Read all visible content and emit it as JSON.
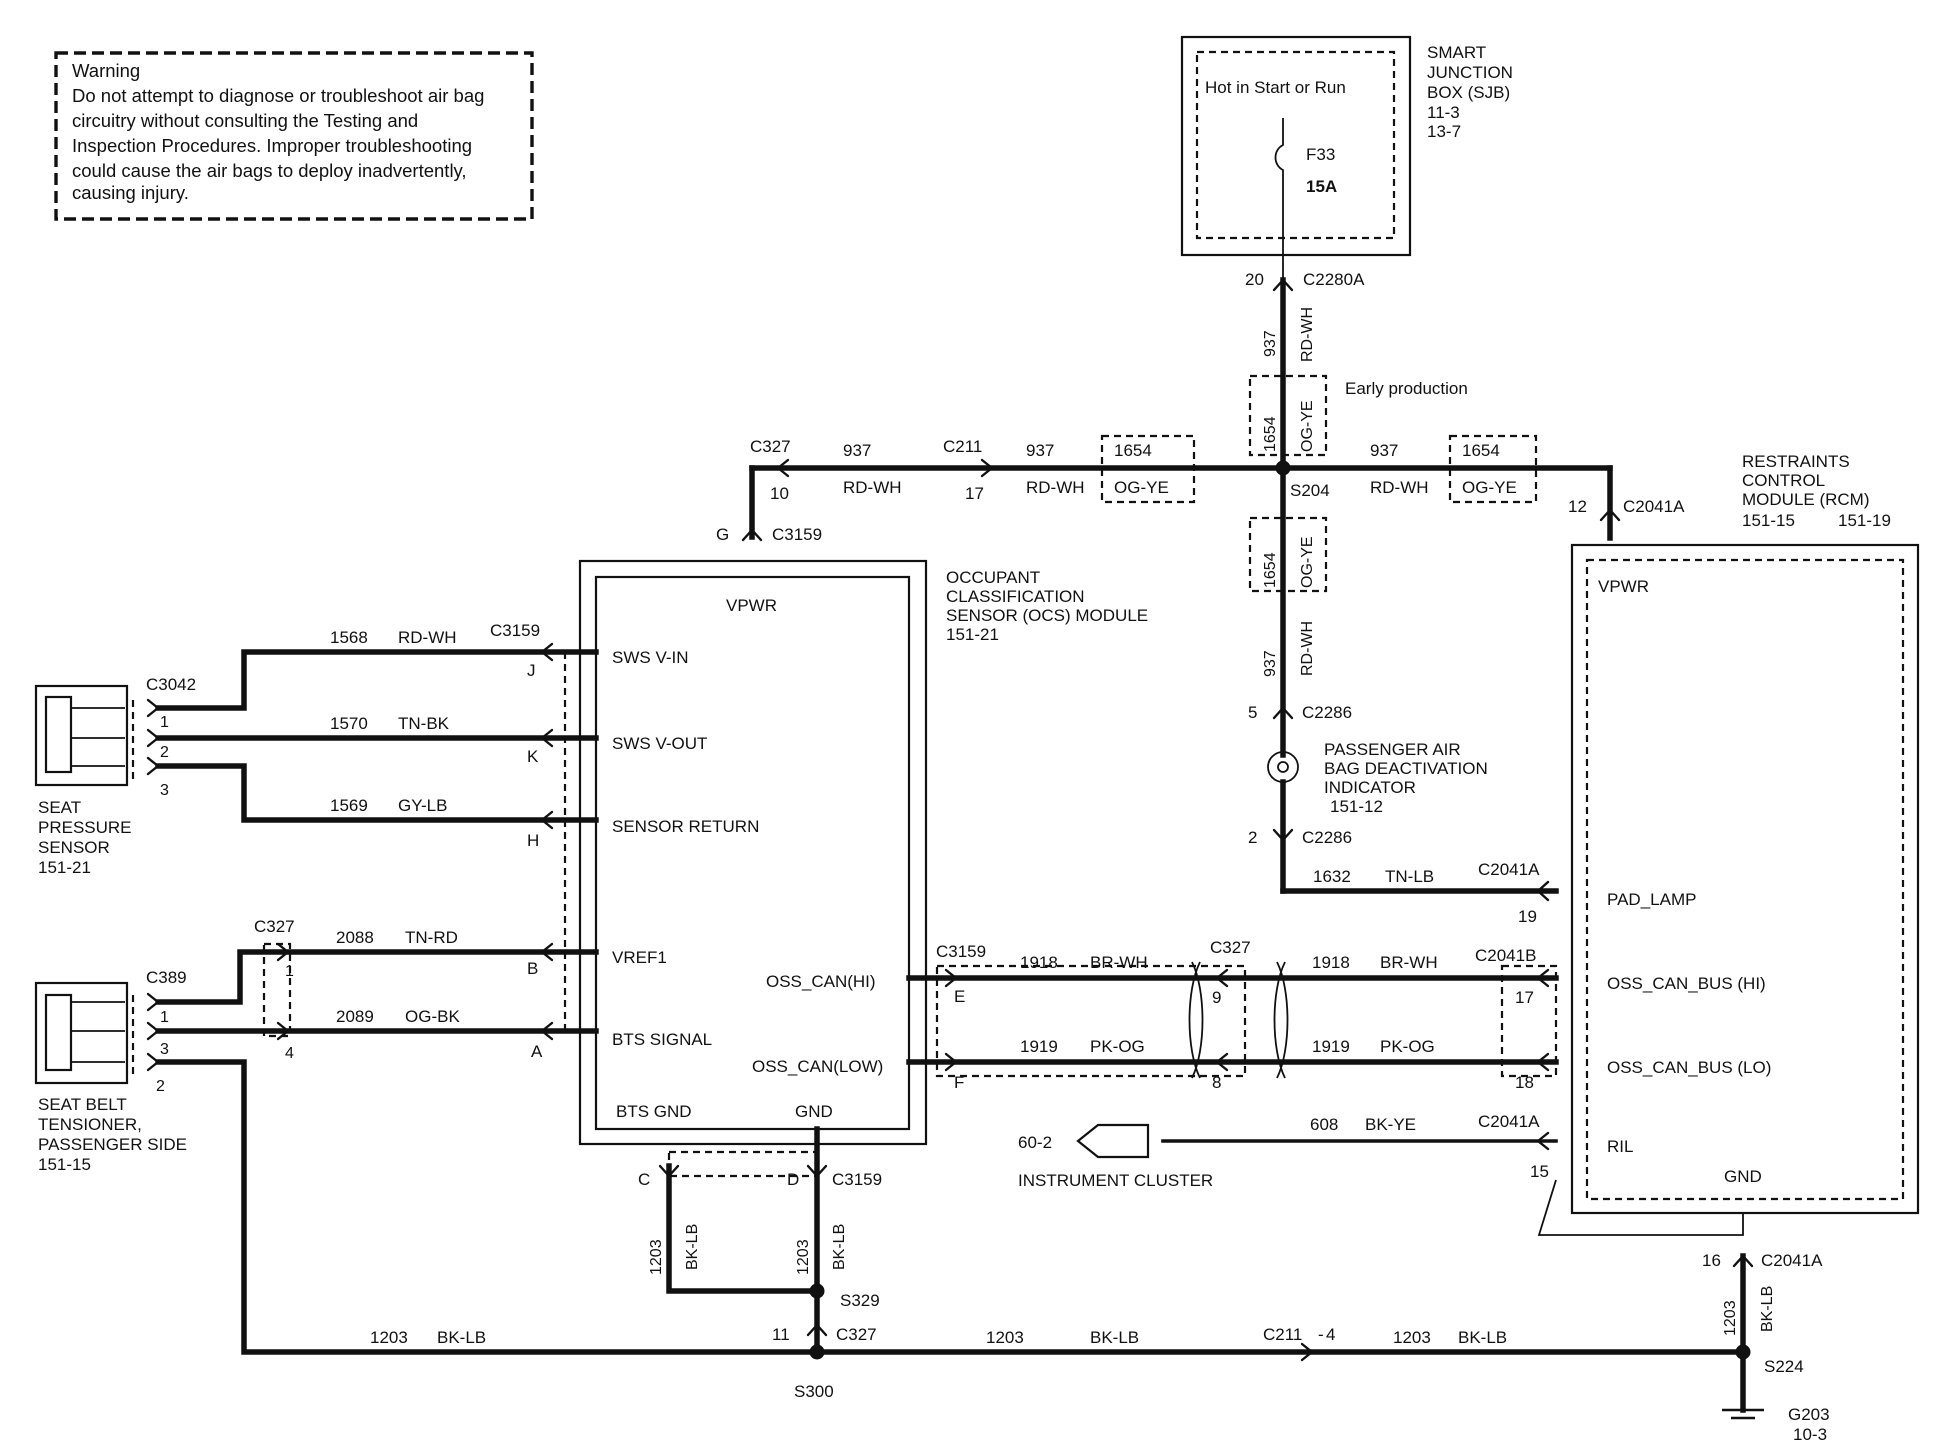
{
  "warning": {
    "title": "Warning",
    "lines": [
      "Do not attempt to diagnose or troubleshoot air bag",
      "circuitry without consulting the Testing and",
      "Inspection Procedures. Improper troubleshooting",
      "could cause the air bags to deploy inadvertently,",
      "causing injury."
    ]
  },
  "sjb": {
    "name_lines": [
      "SMART",
      "JUNCTION",
      "BOX (SJB)",
      "11-3",
      "13-7"
    ],
    "hot_label": "Hot in Start or Run",
    "fuse_name": "F33",
    "fuse_rating": "15A",
    "pin": "20",
    "connector": "C2280A"
  },
  "main_feed": {
    "circuit": "937",
    "color": "RD-WH",
    "early_circuit": "1654",
    "early_color": "OG-YE",
    "early_label": "Early production",
    "splice": "S204"
  },
  "left_feed": {
    "c327": "C327",
    "c327_pin": "10",
    "c211": "C211",
    "c211_pin": "17",
    "circuit_a": "937",
    "color_a": "RD-WH",
    "circuit_b": "937",
    "color_b": "RD-WH",
    "alt_circuit": "1654",
    "alt_color": "OG-YE",
    "ocs_pin": "G",
    "ocs_connector": "C3159"
  },
  "right_feed": {
    "circuit": "937",
    "color": "RD-WH",
    "alt_circuit": "1654",
    "alt_color": "OG-YE",
    "pin": "12",
    "connector": "C2041A"
  },
  "indicator": {
    "upper_circuit": "1654",
    "upper_color": "OG-YE",
    "lower_circuit": "937",
    "lower_color": "RD-WH",
    "pin_in": "5",
    "connector_in": "C2286",
    "name_lines": [
      "PASSENGER AIR",
      "BAG DEACTIVATION",
      "INDICATOR",
      "151-12"
    ],
    "pin_out": "2",
    "connector_out": "C2286",
    "pad_circuit": "1632",
    "pad_color": "TN-LB",
    "pad_connector": "C2041A",
    "pad_pin": "19"
  },
  "ocs": {
    "name_lines": [
      "OCCUPANT",
      "CLASSIFICATION",
      "SENSOR (OCS) MODULE",
      "151-21"
    ],
    "vpwr": "VPWR",
    "swsvin": "SWS V-IN",
    "swsvout": "SWS V-OUT",
    "sensor_return": "SENSOR RETURN",
    "vref1": "VREF1",
    "bts_signal": "BTS SIGNAL",
    "oss_hi": "OSS_CAN(HI)",
    "oss_low": "OSS_CAN(LOW)",
    "bts_gnd": "BTS GND",
    "gnd": "GND",
    "pin_j": "J",
    "pin_k": "K",
    "pin_h": "H",
    "pin_b": "B",
    "pin_a": "A",
    "pin_e": "E",
    "pin_f": "F",
    "pin_c": "C",
    "pin_d": "D",
    "connector": "C3159",
    "connector_hi": "C3159",
    "connector_gnd": "C3159"
  },
  "seat_sensor": {
    "connector": "C3042",
    "name_lines": [
      "SEAT",
      "PRESSURE",
      "SENSOR",
      "151-21"
    ],
    "pin1": "1",
    "pin2": "2",
    "pin3": "3",
    "w1_circuit": "1568",
    "w1_color": "RD-WH",
    "w2_circuit": "1570",
    "w2_color": "TN-BK",
    "w3_circuit": "1569",
    "w3_color": "GY-LB"
  },
  "tensioner": {
    "connector": "C389",
    "name_lines": [
      "SEAT BELT",
      "TENSIONER,",
      "PASSENGER SIDE",
      "151-15"
    ],
    "pin1": "1",
    "pin2": "2",
    "pin3": "3",
    "c327": "C327",
    "c327_pin1": "1",
    "c327_pin4": "4",
    "w1_circuit": "2088",
    "w1_color": "TN-RD",
    "w2_circuit": "2089",
    "w2_color": "OG-BK",
    "gnd_pin": "2"
  },
  "can": {
    "hi_circuit": "1918",
    "hi_color": "BR-WH",
    "lo_circuit": "1919",
    "lo_color": "PK-OG",
    "c327": "C327",
    "c327_pin9": "9",
    "c327_pin8": "8",
    "hi_right_circuit": "1918",
    "hi_right_color": "BR-WH",
    "lo_right_circuit": "1919",
    "lo_right_color": "PK-OG",
    "rcm_connector": "C2041B",
    "rcm_pin17": "17",
    "rcm_pin18": "18"
  },
  "ril": {
    "circuit": "608",
    "color": "BK-YE",
    "connector": "C2041A",
    "pin": "15",
    "ref": "60-2",
    "cluster": "INSTRUMENT CLUSTER"
  },
  "rcm": {
    "name_lines": [
      "RESTRAINTS",
      "CONTROL",
      "MODULE (RCM)"
    ],
    "ref1": "151-15",
    "ref2": "151-19",
    "vpwr": "VPWR",
    "pad_lamp": "PAD_LAMP",
    "oss_hi": "OSS_CAN_BUS (HI)",
    "oss_lo": "OSS_CAN_BUS (LO)",
    "ril": "RIL",
    "gnd": "GND",
    "gnd_pin": "16",
    "gnd_connector": "C2041A",
    "gnd_circuit": "1203",
    "gnd_color": "BK-LB"
  },
  "ground": {
    "circuit_c": "1203",
    "color_c": "BK-LB",
    "circuit_d": "1203",
    "color_d": "BK-LB",
    "s329": "S329",
    "c327_pin": "11",
    "c327": "C327",
    "s300": "S300",
    "bottom_circuit_1": "1203",
    "bottom_color_1": "BK-LB",
    "bottom_circuit_2": "1203",
    "bottom_color_2": "BK-LB",
    "c211": "C211",
    "c211_pin": "4",
    "bottom_circuit_3": "1203",
    "bottom_color_3": "BK-LB",
    "s224": "S224",
    "g203": "G203",
    "g203_ref": "10-3"
  }
}
